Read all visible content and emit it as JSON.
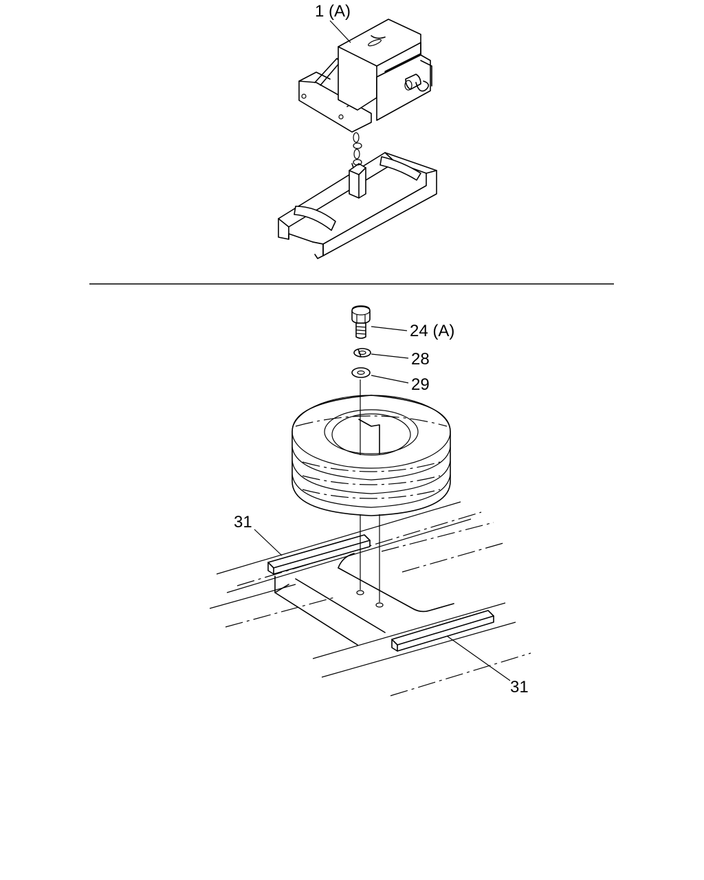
{
  "labels": {
    "part_1": "1 (A)",
    "part_24": "24 (A)",
    "part_28": "28",
    "part_29": "29",
    "part_31_left": "31",
    "part_31_right": "31"
  }
}
